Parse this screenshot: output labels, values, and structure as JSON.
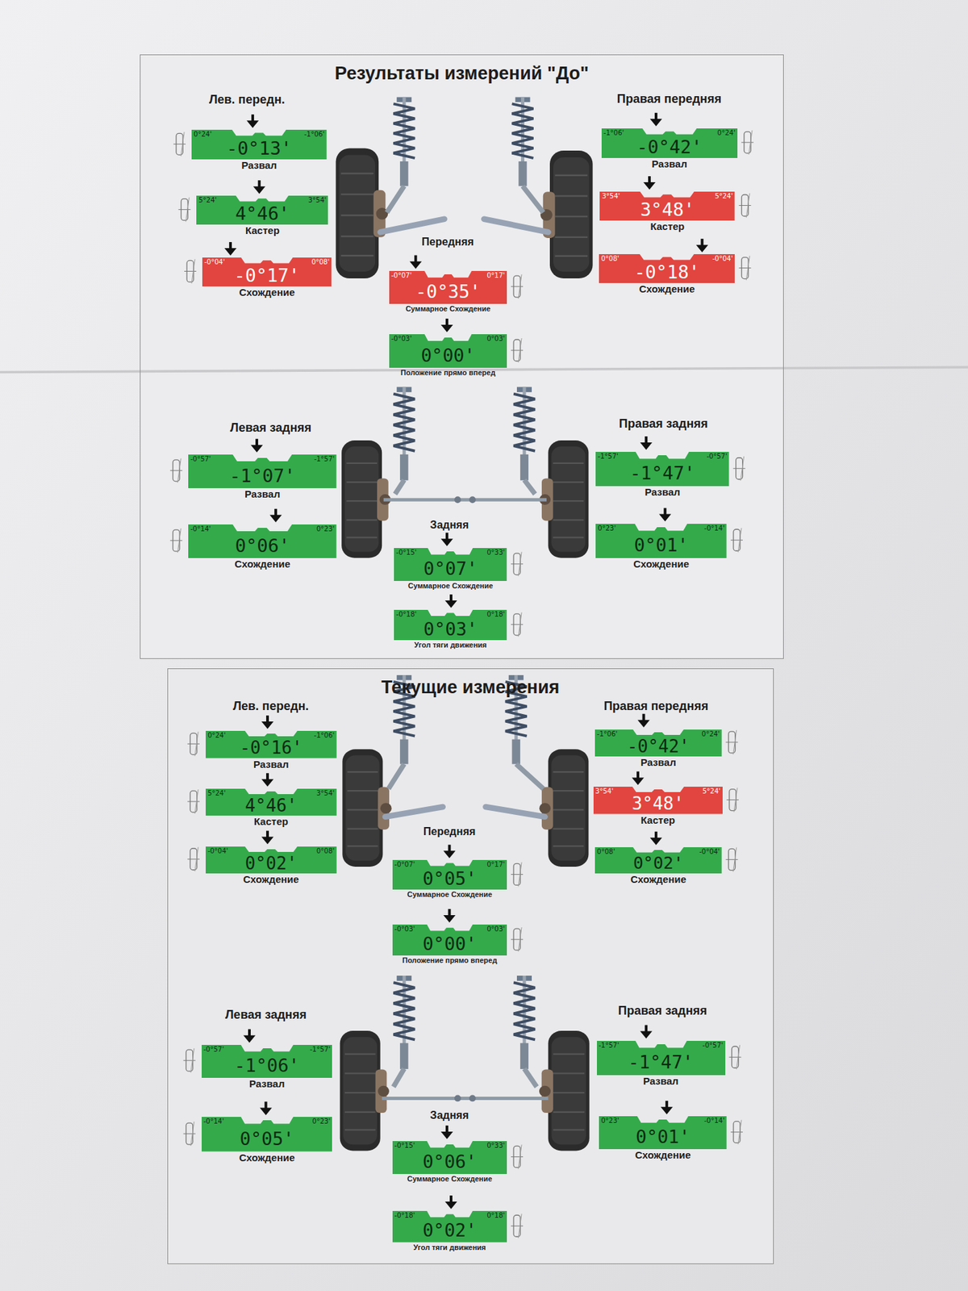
{
  "diagram": {
    "nodes": [
      {
        "text": [
          "Результаты измерений \"До\""
        ]
      },
      {
        "text": [
          "0°24'",
          "-1°06'",
          "-0°13'",
          "Развал"
        ],
        "in": 0
      },
      {
        "text": [
          "5°24'",
          "3°54'",
          "4°46'",
          "Кастер"
        ],
        "in": 0
      },
      {
        "text": [
          "-0°04'",
          "0°08'",
          "-0°17'",
          "Схождение"
        ],
        "in": 0
      },
      {
        "text": [
          "-1°06'",
          "0°24'",
          "-0°42'",
          "Развал"
        ],
        "in": 0
      },
      {
        "text": [
          "3°54'",
          "5°24'",
          "3°48'",
          "Кастер"
        ],
        "in": 0
      },
      {
        "text": [
          "0°08'",
          "-0°04'",
          "-0°18'",
          "Схождение"
        ],
        "in": 0
      },
      {
        "text": [
          "-0°07'",
          "0°17'",
          "-0°35'",
          "Суммарное Схождение"
        ],
        "in": 0
      },
      {
        "text": [
          "-0°03'",
          "0°03'",
          "0°00'",
          "Положение прямо вперед"
        ],
        "in": 0
      },
      {
        "text": [
          "-0°57'",
          "-1°57'",
          "-1°07'",
          "Развал"
        ],
        "in": 0
      },
      {
        "text": [
          "-0°14'",
          "0°23'",
          "0°06'",
          "Схождение"
        ],
        "in": 0
      },
      {
        "text": [
          "-1°57'",
          "-0°57'",
          "-1°47'",
          "Развал"
        ],
        "in": 0
      },
      {
        "text": [
          "0°23'",
          "-0°14'",
          "0°01'",
          "Схождение"
        ],
        "in": 0
      },
      {
        "text": [
          "-0°15'",
          "0°33'",
          "0°07'",
          "Суммарное Схождение"
        ],
        "in": 0
      },
      {
        "text": [
          "-0°18'",
          "0°18'",
          "0°03'",
          "Угол тяги движения"
        ],
        "in": 0
      },
      {
        "text": [
          "Текущие измерения"
        ]
      },
      {
        "text": [
          "0°24'",
          "-1°06'",
          "-0°16'",
          "Развал"
        ],
        "in": 15
      },
      {
        "text": [
          "5°24'",
          "3°54'",
          "4°46'",
          "Кастер"
        ],
        "in": 15
      },
      {
        "text": [
          "-0°04'",
          "0°08'",
          "0°02'",
          "Схождение"
        ],
        "in": 15
      },
      {
        "text": [
          "-1°06'",
          "0°24'",
          "-0°42'",
          "Развал"
        ],
        "in": 15
      },
      {
        "text": [
          "3°54'",
          "5°24'",
          "3°48'",
          "Кастер"
        ],
        "in": 15
      },
      {
        "text": [
          "0°08'",
          "-0°04'",
          "0°02'",
          "Схождение"
        ],
        "in": 15
      },
      {
        "text": [
          "-0°07'",
          "0°17'",
          "0°05'",
          "Суммарное Схождение"
        ],
        "in": 15
      },
      {
        "text": [
          "-0°03'",
          "0°03'",
          "0°00'",
          "Положение прямо вперед"
        ],
        "in": 15
      },
      {
        "text": [
          "-0°57'",
          "-1°57'",
          "-1°06'",
          "Развал"
        ],
        "in": 15
      },
      {
        "text": [
          "-0°14'",
          "0°23'",
          "0°05'",
          "Схождение"
        ],
        "in": 15
      },
      {
        "text": [
          "-1°57'",
          "-0°57'",
          "-1°47'",
          "Развал"
        ],
        "in": 15
      },
      {
        "text": [
          "0°23'",
          "-0°14'",
          "0°01'",
          "Схождение"
        ],
        "in": 15
      },
      {
        "text": [
          "-0°15'",
          "0°33'",
          "0°06'",
          "Суммарное Схождение"
        ],
        "in": 15
      },
      {
        "text": [
          "-0°18'",
          "0°18'",
          "0°02'",
          "Угол тяги движения"
        ],
        "in": 15
      }
    ],
    "labels": [
      "Лев. передн.",
      "Правая передняя",
      "Передняя",
      "Левая задняя",
      "Правая задняя",
      "Задняя",
      "Лев. передн.",
      "Правая передняя",
      "Передняя",
      "Левая задняя",
      "Правая задняя",
      "Задняя"
    ]
  }
}
